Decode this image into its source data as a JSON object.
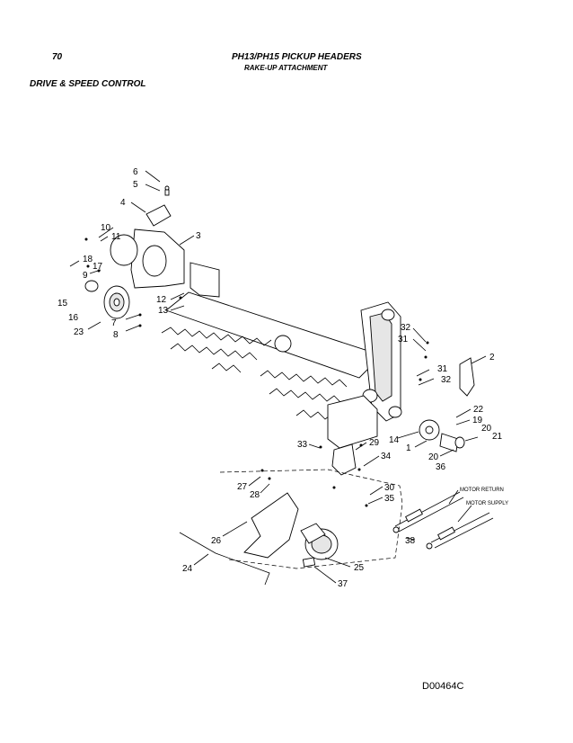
{
  "header": {
    "page_number": "70",
    "title": "PH13/PH15 PICKUP HEADERS",
    "subtitle": "RAKE-UP  ATTACHMENT"
  },
  "section_title": "DRIVE & SPEED CONTROL",
  "drawing_id": "D00464C",
  "hose_labels": {
    "return": "MOTOR RETURN",
    "supply": "MOTOR SUPPLY"
  },
  "callouts": {
    "c1": "1",
    "c2": "2",
    "c3": "3",
    "c4": "4",
    "c5": "5",
    "c6": "6",
    "c7": "7",
    "c8": "8",
    "c9": "9",
    "c10": "10",
    "c11": "11",
    "c12": "12",
    "c13": "13",
    "c14": "14",
    "c15": "15",
    "c16": "16",
    "c17": "17",
    "c18": "18",
    "c19": "19",
    "c20a": "20",
    "c20b": "20",
    "c21": "21",
    "c22": "22",
    "c23": "23",
    "c24": "24",
    "c25": "25",
    "c26": "26",
    "c27": "27",
    "c28": "28",
    "c29": "29",
    "c30": "30",
    "c31a": "31",
    "c31b": "31",
    "c32a": "32",
    "c32b": "32",
    "c33": "33",
    "c34": "34",
    "c35": "35",
    "c36": "36",
    "c37": "37",
    "c38": "38"
  }
}
